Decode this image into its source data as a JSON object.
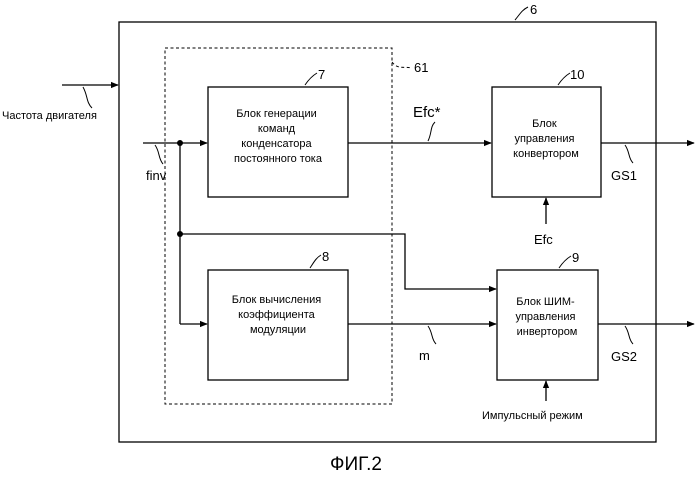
{
  "figure_caption": "ФИГ.2",
  "outer_block": {
    "ref": "6"
  },
  "group": {
    "ref": "61"
  },
  "blocks": [
    {
      "id": "block-7",
      "ref": "7",
      "lines": [
        "Блок генерации",
        "команд",
        "конденсатора",
        "постоянного тока"
      ]
    },
    {
      "id": "block-8",
      "ref": "8",
      "lines": [
        "Блок вычисления",
        "коэффициента",
        "модуляции"
      ]
    },
    {
      "id": "block-10",
      "ref": "10",
      "lines": [
        "Блок",
        "управления",
        "конвертором"
      ]
    },
    {
      "id": "block-9",
      "ref": "9",
      "lines": [
        "Блок ШИМ-",
        "управления",
        "инвертором"
      ]
    }
  ],
  "signals": {
    "motor_frequency": "Частота двигателя",
    "finv": "finv",
    "efc_star": "Efc*",
    "efc": "Efc",
    "m": "m",
    "gs1": "GS1",
    "gs2": "GS2",
    "pulse_mode": "Импульсный режим"
  }
}
